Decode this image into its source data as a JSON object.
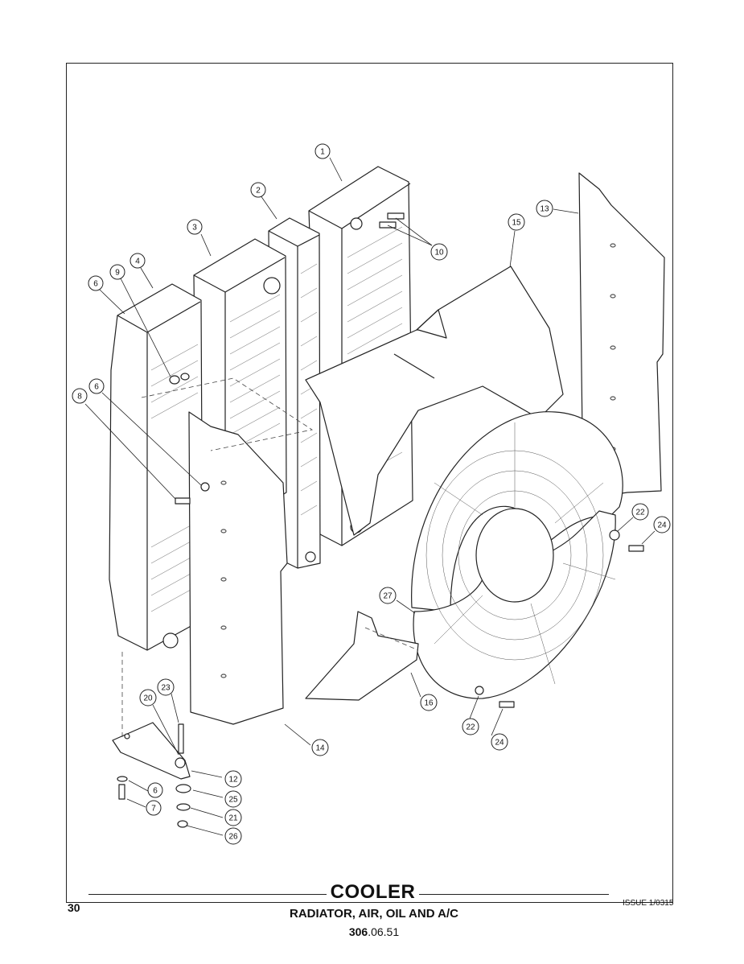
{
  "page": {
    "title": "COOLER",
    "subtitle": "RADIATOR, AIR, OIL AND A/C",
    "code_bold": "306",
    "code_rest": ".06.51",
    "page_number": "30",
    "issue": "ISSUE 1/0315"
  },
  "callouts": [
    {
      "label": "1"
    },
    {
      "label": "2"
    },
    {
      "label": "3"
    },
    {
      "label": "4"
    },
    {
      "label": "6"
    },
    {
      "label": "9"
    },
    {
      "label": "10"
    },
    {
      "label": "15"
    },
    {
      "label": "13"
    },
    {
      "label": "8"
    },
    {
      "label": "6"
    },
    {
      "label": "22"
    },
    {
      "label": "24"
    },
    {
      "label": "27"
    },
    {
      "label": "16"
    },
    {
      "label": "22"
    },
    {
      "label": "24"
    },
    {
      "label": "23"
    },
    {
      "label": "20"
    },
    {
      "label": "12"
    },
    {
      "label": "6"
    },
    {
      "label": "25"
    },
    {
      "label": "7"
    },
    {
      "label": "21"
    },
    {
      "label": "26"
    },
    {
      "label": "14"
    }
  ]
}
